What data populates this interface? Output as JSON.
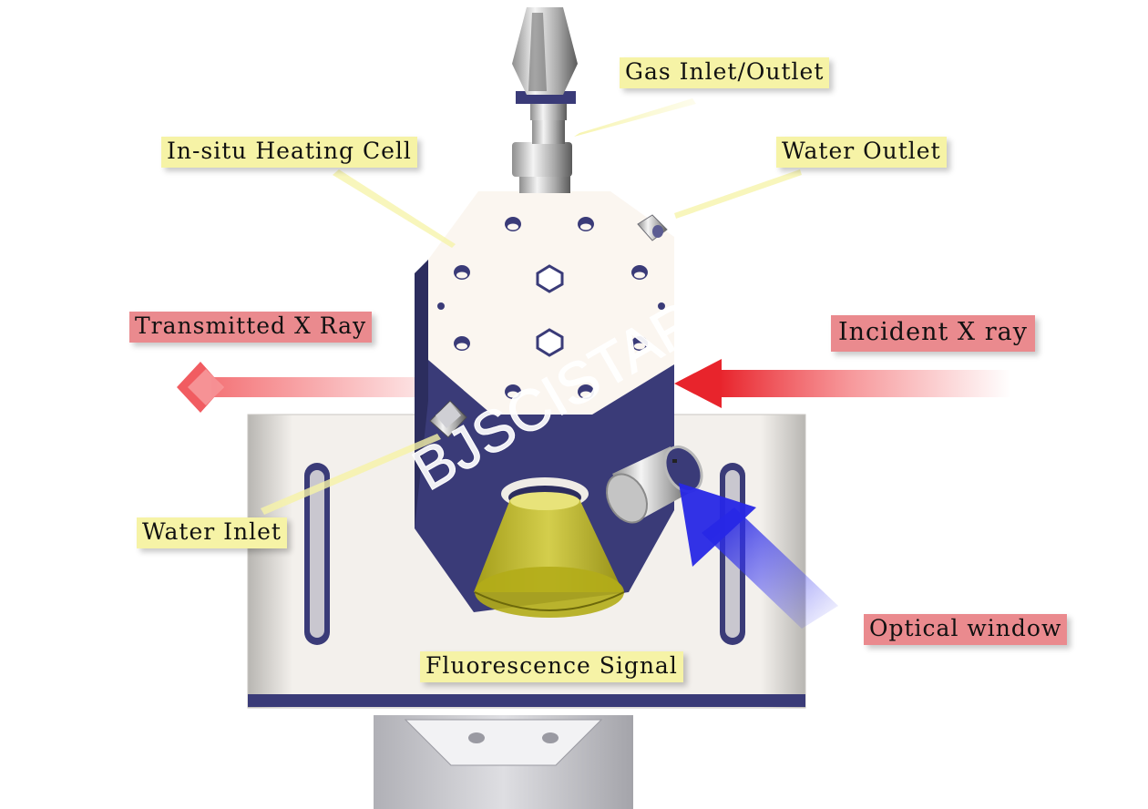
{
  "colors": {
    "label_yellow": "#f6f3a6",
    "label_red": "#ea8a8e",
    "incident_arrow": "#f0454a",
    "optical_arrow": "#3d3df0",
    "cell_body": "#3a3b78",
    "cell_face": "#fbf6f0",
    "cone": "#c9c21e",
    "watermark": "#ffffff"
  },
  "labels": {
    "gas_inlet_outlet": "Gas Inlet/Outlet",
    "heating_cell": "In-situ Heating Cell",
    "water_outlet": "Water Outlet",
    "transmitted_xray": "Transmitted X Ray",
    "incident_xray": "Incident X ray",
    "water_inlet": "Water Inlet",
    "optical_window": "Optical window",
    "fluorescence_signal": "Fluorescence Signal"
  },
  "watermark": "BJSCISTAR"
}
